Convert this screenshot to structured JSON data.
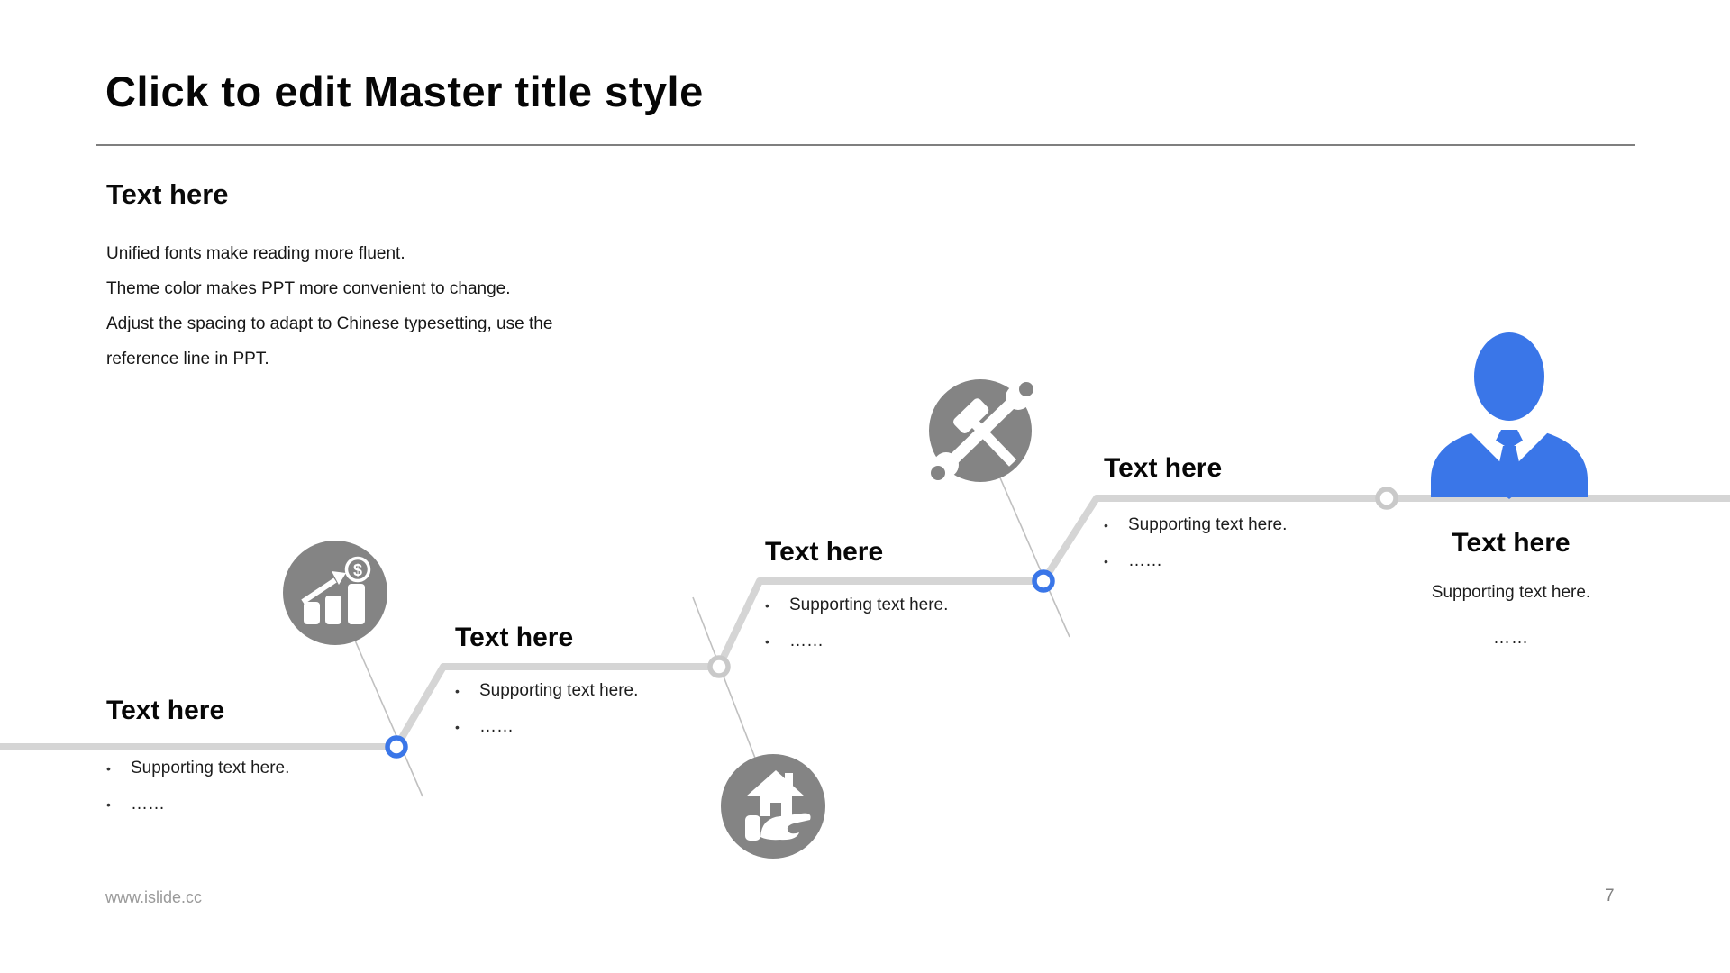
{
  "slide": {
    "title": "Click to edit Master title style",
    "intro": {
      "heading": "Text here",
      "body_lines": [
        "Unified fonts make reading more fluent.",
        "Theme color makes PPT more convenient to change.",
        "Adjust the spacing to adapt to Chinese typesetting, use the",
        "reference line in PPT."
      ]
    },
    "bullet_char": "•",
    "steps": [
      {
        "heading": "Text here",
        "bullets": [
          "Supporting text here.",
          "……"
        ],
        "icon": "growth-chart-icon",
        "node_color": "blue"
      },
      {
        "heading": "Text here",
        "bullets": [
          "Supporting text here.",
          "……"
        ],
        "icon": "house-hand-icon",
        "node_color": "gray"
      },
      {
        "heading": "Text here",
        "bullets": [
          "Supporting text here.",
          "……"
        ],
        "icon": "tools-icon",
        "node_color": "blue"
      },
      {
        "heading": "Text here",
        "bullets": [
          "Supporting text here.",
          "……"
        ],
        "icon": "businessman-icon",
        "node_color": "gray"
      },
      {
        "heading": "Text here",
        "lines": [
          "Supporting text here.",
          "……"
        ]
      }
    ],
    "footer": {
      "website": "www.islide.cc",
      "page_number": "7"
    },
    "colors": {
      "accent_blue": "#3A76E8",
      "icon_gray": "#848484",
      "path_gray": "#D5D5D5",
      "node_gray": "#C9C9C9",
      "connector_gray": "#C0C0C0",
      "footer_gray": "#9A9A9A"
    }
  }
}
